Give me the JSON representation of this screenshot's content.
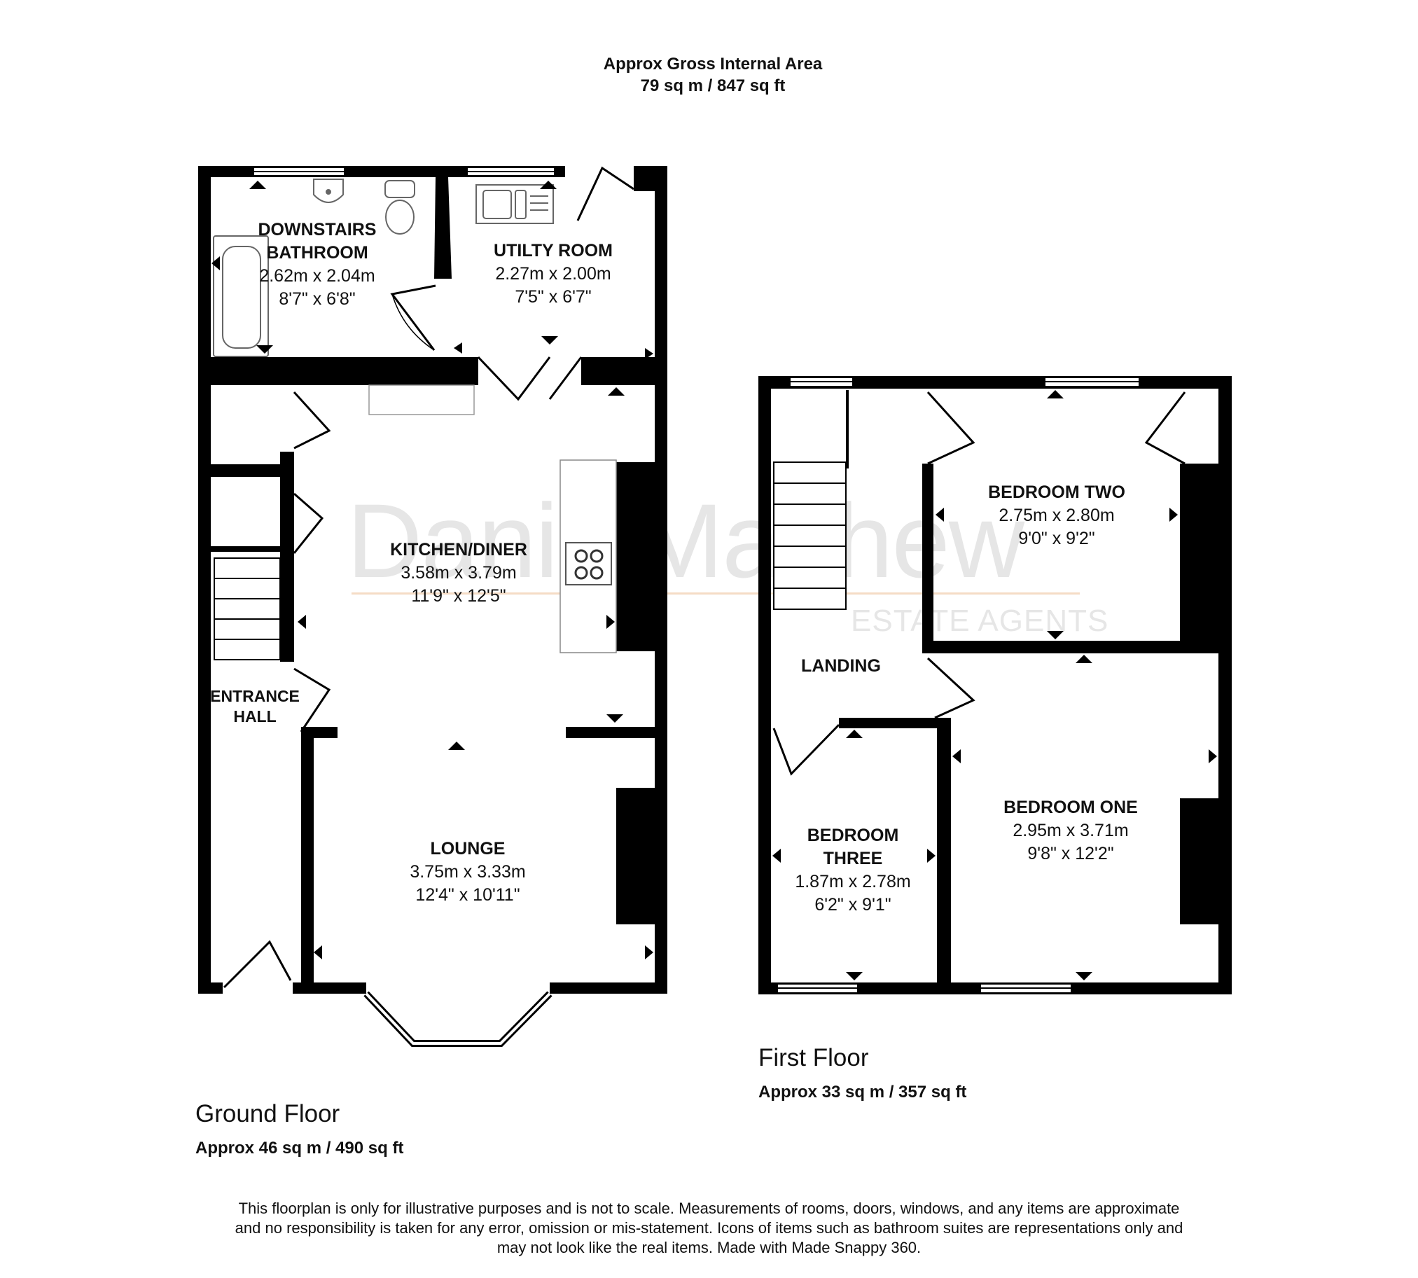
{
  "header": {
    "line1": "Approx Gross Internal Area",
    "line2": "79 sq m / 847 sq ft"
  },
  "watermark": {
    "brand": "DanielMatthew",
    "tagline": "ESTATE AGENTS"
  },
  "ground_floor": {
    "title": "Ground Floor",
    "area": "Approx 46 sq m / 490 sq ft",
    "rooms": {
      "bathroom": {
        "name1": "DOWNSTAIRS",
        "name2": "BATHROOM",
        "metric": "2.62m x 2.04m",
        "imperial": "8'7\" x 6'8\""
      },
      "utility": {
        "name": "UTILTY ROOM",
        "metric": "2.27m x 2.00m",
        "imperial": "7'5\" x 6'7\""
      },
      "kitchen": {
        "name": "KITCHEN/DINER",
        "metric": "3.58m x 3.79m",
        "imperial": "11'9\" x 12'5\""
      },
      "hall": {
        "name1": "ENTRANCE",
        "name2": "HALL"
      },
      "lounge": {
        "name": "LOUNGE",
        "metric": "3.75m x 3.33m",
        "imperial": "12'4\" x 10'11\""
      }
    }
  },
  "first_floor": {
    "title": "First Floor",
    "area": "Approx 33 sq m / 357 sq ft",
    "rooms": {
      "bedroom_two": {
        "name": "BEDROOM TWO",
        "metric": "2.75m x 2.80m",
        "imperial": "9'0\" x 9'2\""
      },
      "landing": {
        "name": "LANDING"
      },
      "bedroom_one": {
        "name": "BEDROOM ONE",
        "metric": "2.95m x 3.71m",
        "imperial": "9'8\" x 12'2\""
      },
      "bedroom_three": {
        "name1": "BEDROOM",
        "name2": "THREE",
        "metric": "1.87m x 2.78m",
        "imperial": "6'2\" x 9'1\""
      }
    }
  },
  "disclaimer": {
    "line1": "This floorplan is only for illustrative purposes and is not to scale. Measurements of rooms, doors, windows, and any items are approximate",
    "line2": "and no responsibility is taken for any error, omission or mis-statement. Icons of items such as bathroom suites are representations only and",
    "line3": "may not look like the real items. Made with Made Snappy 360."
  },
  "colors": {
    "wall": "#000000",
    "fixture": "#888888",
    "watermark": "#e6e6e6",
    "watermark_rule": "#f5dcc5"
  }
}
